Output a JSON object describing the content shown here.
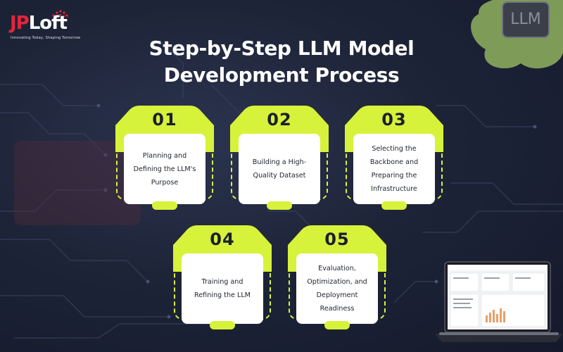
{
  "logo": {
    "part1": "JP",
    "part2": "Loft",
    "tagline": "Innovating Today, Shaping Tomorrow"
  },
  "title": {
    "line1": "Step-by-Step LLM Model",
    "line2": "Development Process"
  },
  "decor": {
    "chip_label": "LLM"
  },
  "steps": [
    {
      "number": "01",
      "text": "Planning and Defining the LLM's Purpose"
    },
    {
      "number": "02",
      "text": "Building a High-Quality Dataset"
    },
    {
      "number": "03",
      "text": "Selecting the Backbone and Preparing the Infrastructure"
    },
    {
      "number": "04",
      "text": "Training and Refining the LLM"
    },
    {
      "number": "05",
      "text": "Evaluation, Optimization, and Deployment Readiness"
    }
  ],
  "colors": {
    "accent_lime": "#d7f23a",
    "brand_red": "#e4253a",
    "background": "#1e2438",
    "card_bg": "#ffffff"
  }
}
